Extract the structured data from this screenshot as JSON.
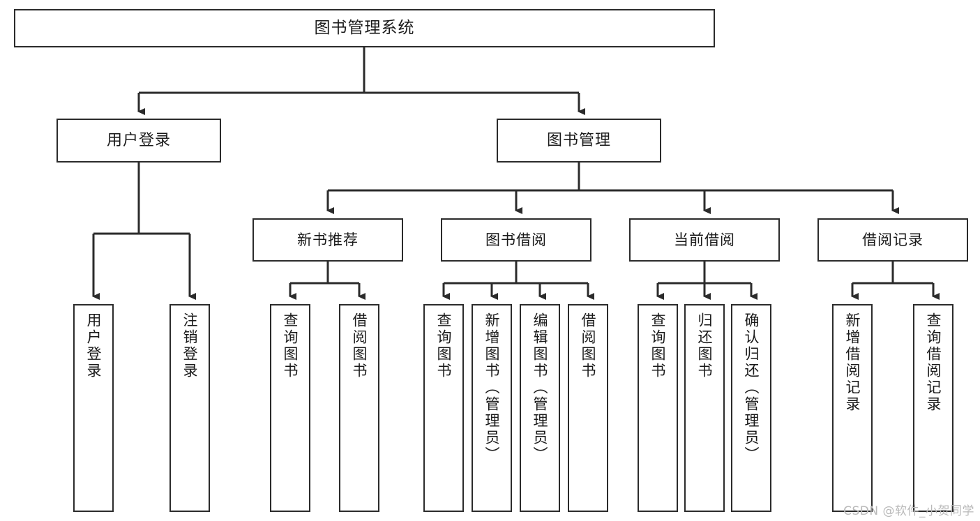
{
  "diagram": {
    "title": "图书管理系统",
    "watermark": "CSDN @软件_小贺同学",
    "stroke_color": "#2b2b2b",
    "background_color": "#ffffff",
    "text_color": "#1a1a1a"
  },
  "nodes": {
    "root": {
      "label": "图书管理系统"
    },
    "level2": [
      {
        "label": "用户登录"
      },
      {
        "label": "图书管理"
      }
    ],
    "level3": [
      {
        "label": "新书推荐"
      },
      {
        "label": "图书借阅"
      },
      {
        "label": "当前借阅"
      },
      {
        "label": "借阅记录"
      }
    ],
    "leaves": {
      "user_login": [
        {
          "label": "用户登录"
        },
        {
          "label": "注销登录"
        }
      ],
      "new_book_recommend": [
        {
          "label": "查询图书"
        },
        {
          "label": "借阅图书"
        }
      ],
      "book_borrow": [
        {
          "label": "查询图书"
        },
        {
          "label": "新增图书（管理员）"
        },
        {
          "label": "编辑图书（管理员）"
        },
        {
          "label": "借阅图书"
        }
      ],
      "current_borrow": [
        {
          "label": "查询图书"
        },
        {
          "label": "归还图书"
        },
        {
          "label": "确认归还（管理员）"
        }
      ],
      "borrow_record": [
        {
          "label": "新增借阅记录"
        },
        {
          "label": "查询借阅记录"
        }
      ]
    }
  }
}
